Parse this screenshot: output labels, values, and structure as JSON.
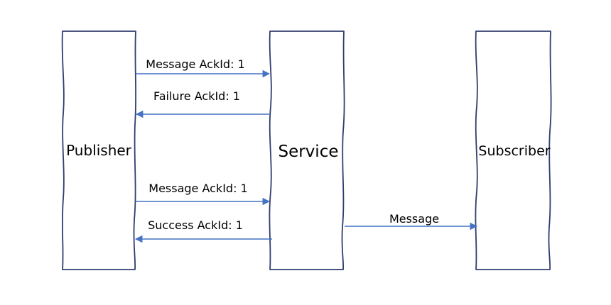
{
  "boxes": {
    "publisher": "Publisher",
    "service": "Service",
    "subscriber": "Subscriber"
  },
  "messages": {
    "m1": "Message AckId: 1",
    "m2": "Failure AckId: 1",
    "m3": "Message AckId: 1",
    "m4": "Success AckId: 1",
    "m5": "Message"
  },
  "colors": {
    "box_border": "#2f3e6e",
    "arrow": "#4472c4",
    "text": "#000000"
  }
}
